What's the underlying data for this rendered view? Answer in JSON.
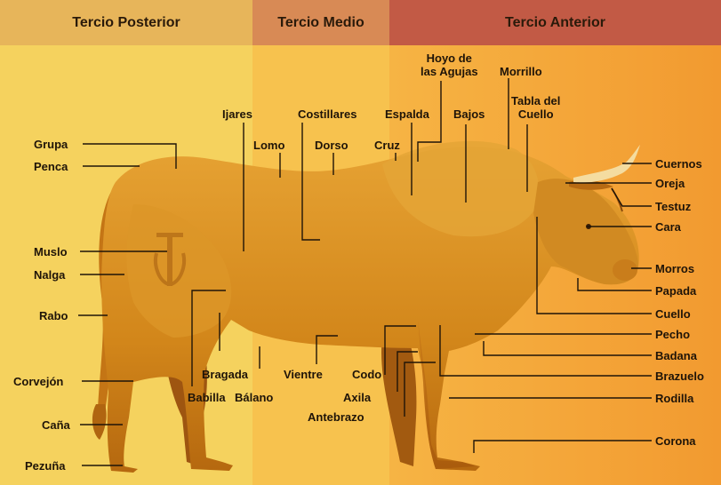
{
  "sections": {
    "posterior": "Tercio Posterior",
    "medio": "Tercio Medio",
    "anterior": "Tercio Anterior"
  },
  "colors": {
    "posterior_head": "#e7b55a",
    "medio_head": "#d88a55",
    "anterior_head": "#c25a45",
    "posterior_bg": "#f5d25e",
    "medio_bg": "#f7c24e",
    "anterior_bg": "#f5a93c",
    "bull_body": "#d58a1c"
  },
  "labels": {
    "grupa": "Grupa",
    "penca": "Penca",
    "muslo": "Muslo",
    "nalga": "Nalga",
    "rabo": "Rabo",
    "corvejon": "Corvejón",
    "cana": "Caña",
    "pezuna": "Pezuña",
    "ijares": "Ijares",
    "lomo": "Lomo",
    "dorso": "Dorso",
    "costillares": "Costillares",
    "bragada": "Bragada",
    "babilla": "Babilla",
    "balano": "Bálano",
    "vientre": "Vientre",
    "codo": "Codo",
    "axila": "Axila",
    "antebrazo": "Antebrazo",
    "espalda": "Espalda",
    "cruz": "Cruz",
    "hoyo_agujas": "Hoyo de\nlas Agujas",
    "bajos": "Bajos",
    "morrillo": "Morrillo",
    "tabla_cuello": "Tabla del\nCuello",
    "cuernos": "Cuernos",
    "oreja": "Oreja",
    "testuz": "Testuz",
    "cara": "Cara",
    "morros": "Morros",
    "papada": "Papada",
    "cuello": "Cuello",
    "pecho": "Pecho",
    "badana": "Badana",
    "brazuelo": "Brazuelo",
    "rodilla": "Rodilla",
    "corona": "Corona"
  }
}
